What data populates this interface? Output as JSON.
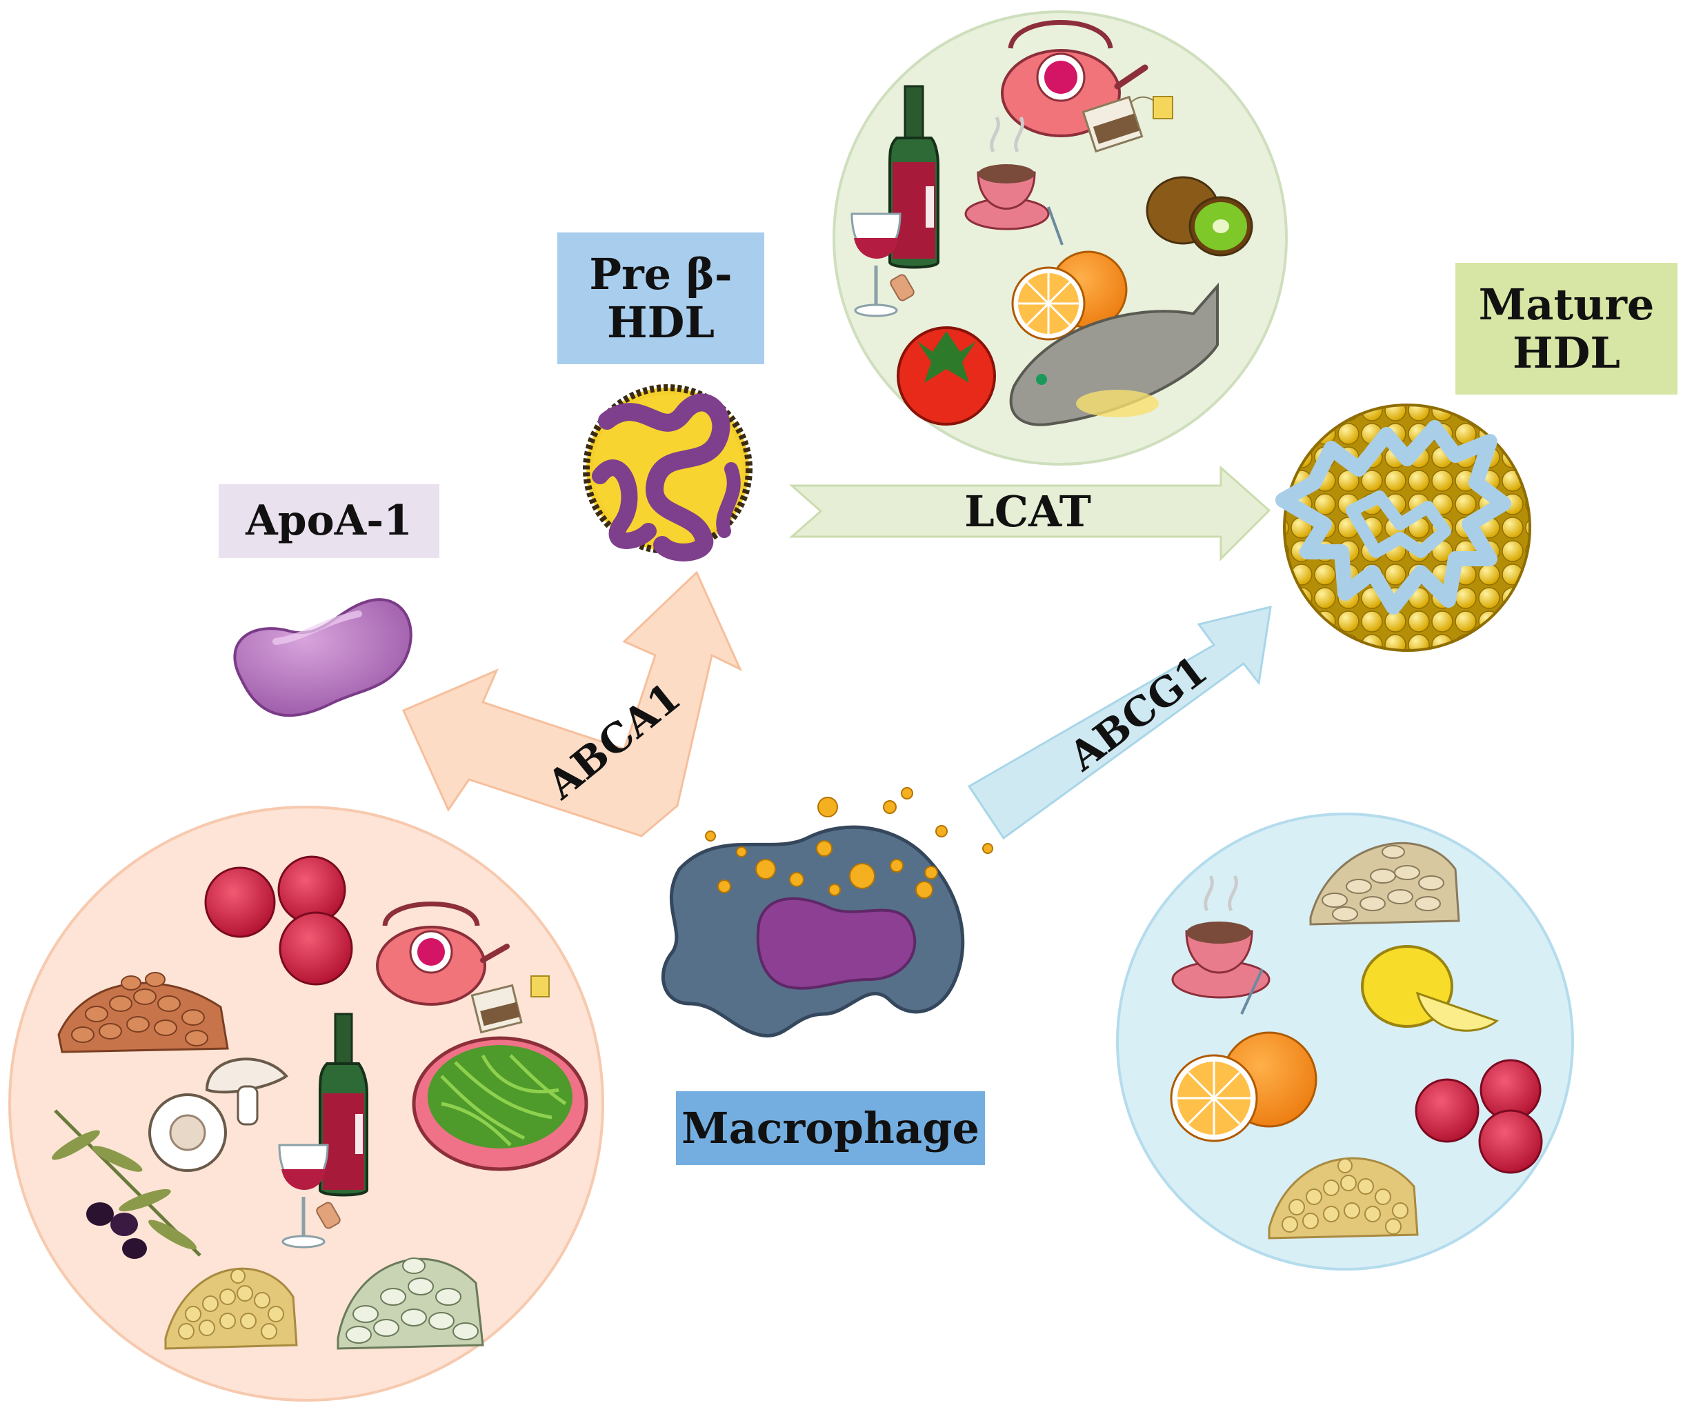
{
  "labels": {
    "apoa1": "ApoA-1",
    "prebeta_line1": "Pre β-",
    "prebeta_line2": "HDL",
    "mature_line1": "Mature",
    "mature_line2": "HDL",
    "macrophage": "Macrophage"
  },
  "arrows": {
    "lcat": "LCAT",
    "abca1": "ABCA1",
    "abcg1": "ABCG1"
  },
  "colors": {
    "apoa1_box": "#e9e1ee",
    "prebeta_box": "#a9cdec",
    "mature_box": "#d7e6a4",
    "macrophage_box": "#74aee0",
    "lcat_arrow": "#e6efd6",
    "abca1_arrow": "#fddcc6",
    "abcg1_arrow": "#cfe9f3",
    "food_circle_top": "#e9f1dd",
    "food_circle_left": "#fde4d6",
    "food_circle_right": "#d9eff6"
  },
  "icons": {
    "food_top": [
      "teapot-icon",
      "tea-bag-icon",
      "wine-bottle-icon",
      "wine-glass-icon",
      "tea-cup-icon",
      "kiwi-icon",
      "orange-icon",
      "tomato-icon",
      "fish-icon"
    ],
    "food_left": [
      "raspberry-icon",
      "teapot-icon",
      "tea-bag-icon",
      "beans-icon",
      "mushroom-icon",
      "wine-bottle-icon",
      "wine-glass-icon",
      "green-beans-bowl-icon",
      "olive-branch-icon",
      "chickpeas-icon",
      "white-beans-icon"
    ],
    "food_right": [
      "oats-icon",
      "tea-cup-icon",
      "lemon-icon",
      "orange-icon",
      "raspberry-icon",
      "chickpeas-icon"
    ],
    "particles": [
      "apoa1-protein-icon",
      "pre-beta-hdl-particle-icon",
      "mature-hdl-particle-icon",
      "macrophage-cell-icon"
    ]
  }
}
